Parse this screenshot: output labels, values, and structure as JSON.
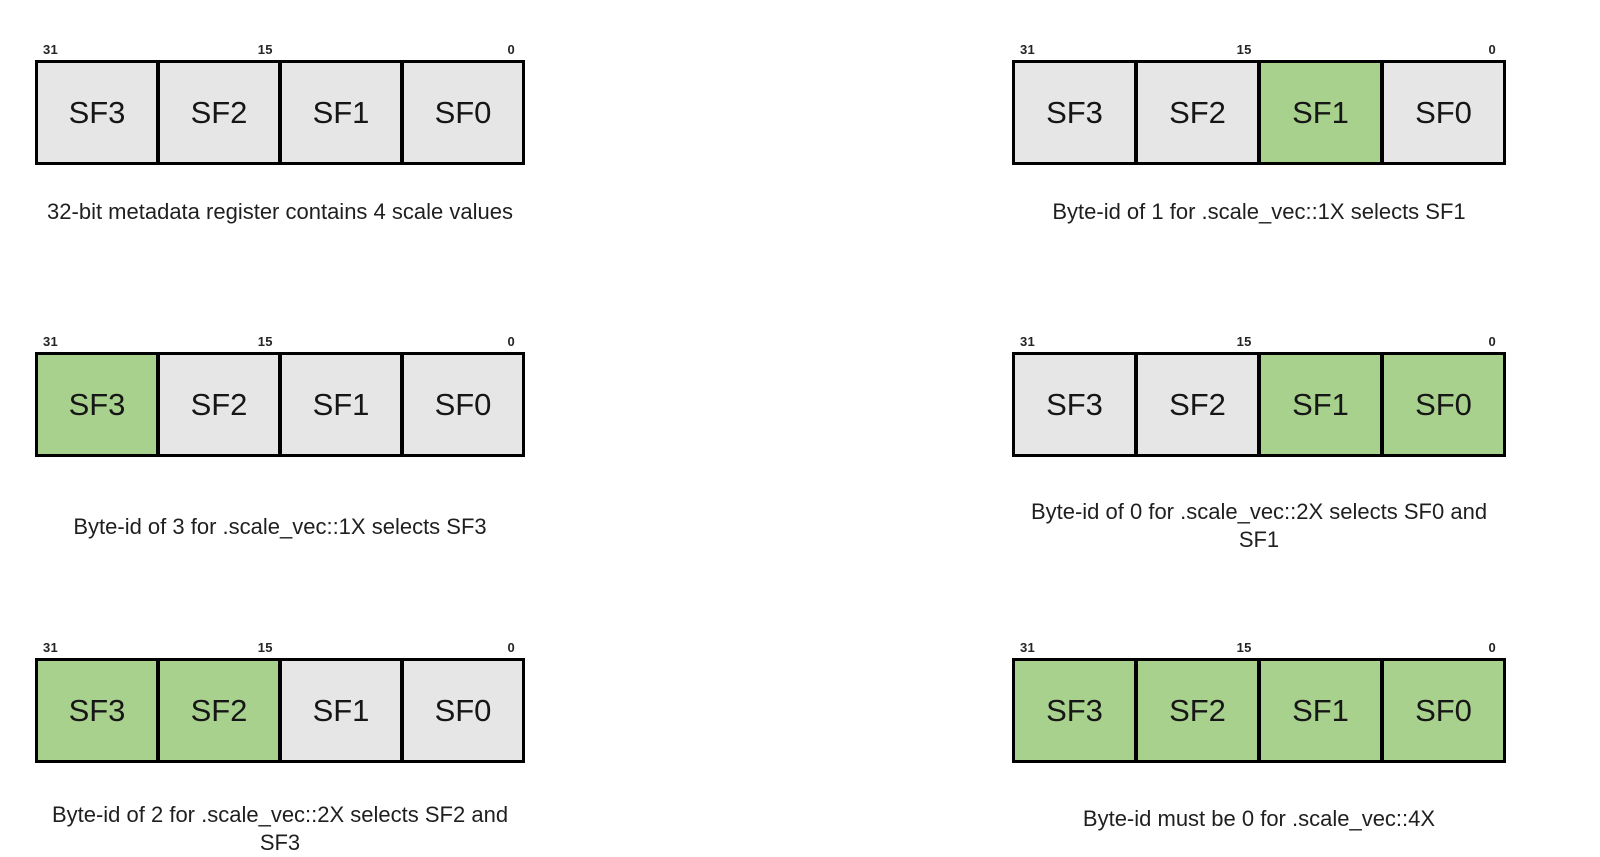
{
  "colors": {
    "background": "#ffffff",
    "border": "#000000",
    "unselected_fill": "#e7e6e6",
    "selected_fill": "#a9d18e",
    "caption_text": "#1f1f1f"
  },
  "bit_labels": {
    "msb": "31",
    "mid": "15",
    "lsb": "0"
  },
  "figures": [
    {
      "caption": "32-bit metadata register contains 4 scale values",
      "cells": [
        {
          "label": "SF3",
          "selected": false
        },
        {
          "label": "SF2",
          "selected": false
        },
        {
          "label": "SF1",
          "selected": false
        },
        {
          "label": "SF0",
          "selected": false
        }
      ]
    },
    {
      "caption": "Byte-id of 1 for .scale_vec::1X selects SF1",
      "cells": [
        {
          "label": "SF3",
          "selected": false
        },
        {
          "label": "SF2",
          "selected": false
        },
        {
          "label": "SF1",
          "selected": true
        },
        {
          "label": "SF0",
          "selected": false
        }
      ]
    },
    {
      "caption": "Byte-id of 3 for .scale_vec::1X selects SF3",
      "cells": [
        {
          "label": "SF3",
          "selected": true
        },
        {
          "label": "SF2",
          "selected": false
        },
        {
          "label": "SF1",
          "selected": false
        },
        {
          "label": "SF0",
          "selected": false
        }
      ]
    },
    {
      "caption": "Byte-id of 0 for .scale_vec::2X selects SF0 and SF1",
      "cells": [
        {
          "label": "SF3",
          "selected": false
        },
        {
          "label": "SF2",
          "selected": false
        },
        {
          "label": "SF1",
          "selected": true
        },
        {
          "label": "SF0",
          "selected": true
        }
      ]
    },
    {
      "caption": "Byte-id of 2 for .scale_vec::2X selects SF2 and SF3",
      "cells": [
        {
          "label": "SF3",
          "selected": true
        },
        {
          "label": "SF2",
          "selected": true
        },
        {
          "label": "SF1",
          "selected": false
        },
        {
          "label": "SF0",
          "selected": false
        }
      ]
    },
    {
      "caption": "Byte-id must be 0 for .scale_vec::4X",
      "cells": [
        {
          "label": "SF3",
          "selected": true
        },
        {
          "label": "SF2",
          "selected": true
        },
        {
          "label": "SF1",
          "selected": true
        },
        {
          "label": "SF0",
          "selected": true
        }
      ]
    }
  ]
}
